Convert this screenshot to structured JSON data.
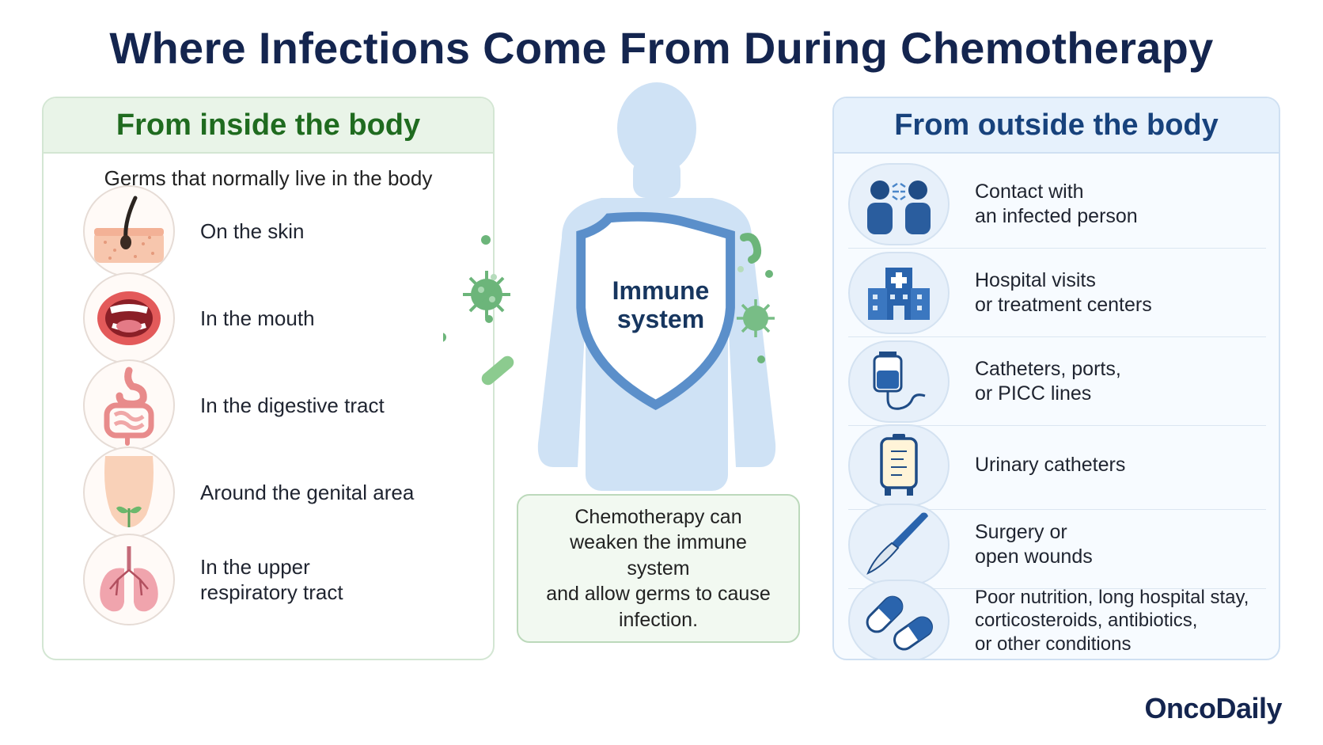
{
  "title": "Where Infections Come From During Chemotherapy",
  "inside": {
    "heading": "From inside the body",
    "subtitle": "Germs that normally live in the body",
    "items": [
      {
        "label": "On the skin",
        "icon": "skin-icon"
      },
      {
        "label": "In the mouth",
        "icon": "mouth-icon"
      },
      {
        "label": "In the digestive tract",
        "icon": "digestive-tract-icon"
      },
      {
        "label": "Around the genital area",
        "icon": "genital-area-icon"
      },
      {
        "label": "In the upper\nrespiratory tract",
        "icon": "lungs-icon"
      }
    ]
  },
  "outside": {
    "heading": "From outside the body",
    "items": [
      {
        "label": "Contact with\nan infected person",
        "icon": "people-coughing-icon"
      },
      {
        "label": "Hospital visits\nor treatment centers",
        "icon": "hospital-icon"
      },
      {
        "label": "Catheters, ports,\nor PICC lines",
        "icon": "iv-bag-icon"
      },
      {
        "label": "Urinary catheters",
        "icon": "urine-bag-icon"
      },
      {
        "label": "Surgery or\nopen wounds",
        "icon": "scalpel-icon"
      },
      {
        "label": "Poor nutrition, long hospital stay,\ncorticosteroids, antibiotics,\nor other conditions",
        "icon": "pills-icon"
      }
    ]
  },
  "center": {
    "shield_label": "Immune\nsystem",
    "note": "Chemotherapy can\nweaken the immune system\nand allow germs to cause\ninfection."
  },
  "brand": "OncoDaily",
  "colors": {
    "title": "#14254f",
    "inside_accent": "#1f6b1f",
    "outside_accent": "#17427c",
    "body_silhouette": "#cfe2f5",
    "germ": "#6cb57a"
  }
}
